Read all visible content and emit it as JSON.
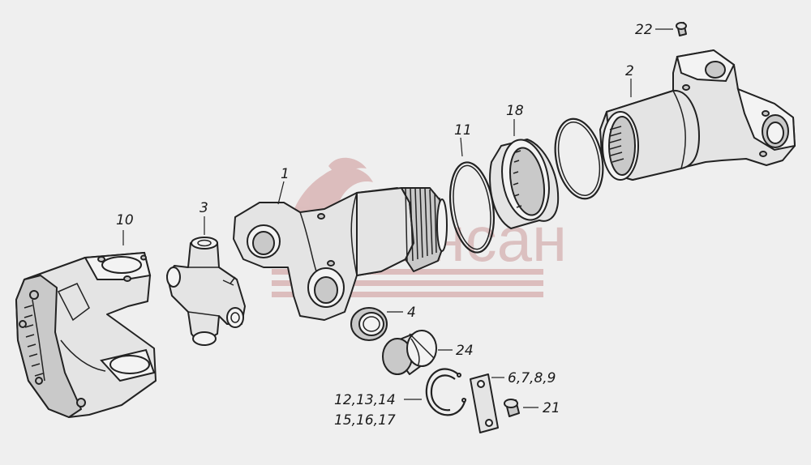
{
  "watermark": {
    "text": "Сансан"
  },
  "callouts": {
    "p1": "1",
    "p2": "2",
    "p3": "3",
    "p4": "4",
    "p10": "10",
    "p11": "11",
    "p18": "18",
    "p21": "21",
    "p22": "22",
    "p24": "24",
    "p6789": "6,7,8,9",
    "p121314": "12,13,14",
    "p151617": "15,16,17"
  },
  "colors": {
    "watermark": "#d8b8b8",
    "line": "#222222",
    "background": "#efefef"
  }
}
